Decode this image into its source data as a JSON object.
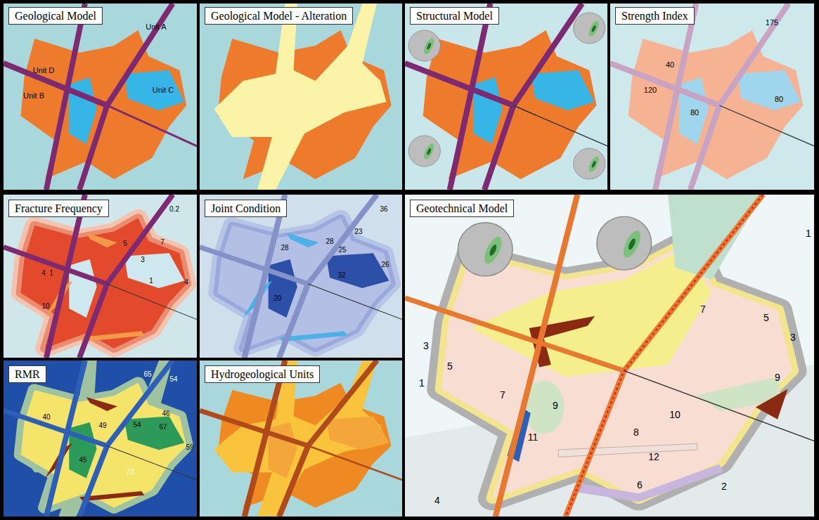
{
  "diagram": {
    "nodes": [
      {
        "text": [
          "Geological Model"
        ]
      },
      {
        "text": [
          "Geological Model - Alteration"
        ]
      },
      {
        "text": [
          "Structural Model"
        ]
      },
      {
        "text": [
          "Strength Index"
        ]
      },
      {
        "text": [
          "Fracture Frequency"
        ]
      },
      {
        "text": [
          "Joint Condition"
        ]
      },
      {
        "text": [
          "Geotechnical Model"
        ]
      },
      {
        "text": [
          "RMR"
        ]
      },
      {
        "text": [
          "Hydrogeological Units"
        ]
      }
    ],
    "labels": [
      "Unit A",
      "Unit D",
      "Unit B",
      "Unit C",
      "175",
      "40",
      "120",
      "80",
      "80",
      "0.2",
      "7",
      "5",
      "3",
      "4",
      "1",
      "4",
      "1",
      "10",
      "36",
      "23",
      "28",
      "25",
      "28",
      "26",
      "20",
      "32",
      "65",
      "54",
      "46",
      "40",
      "49",
      "54",
      "67",
      "59",
      "45",
      "73",
      "1",
      "1",
      "2",
      "3",
      "3",
      "4",
      "5",
      "5",
      "6",
      "7",
      "7",
      "8",
      "9",
      "9",
      "10",
      "11",
      "12"
    ]
  }
}
